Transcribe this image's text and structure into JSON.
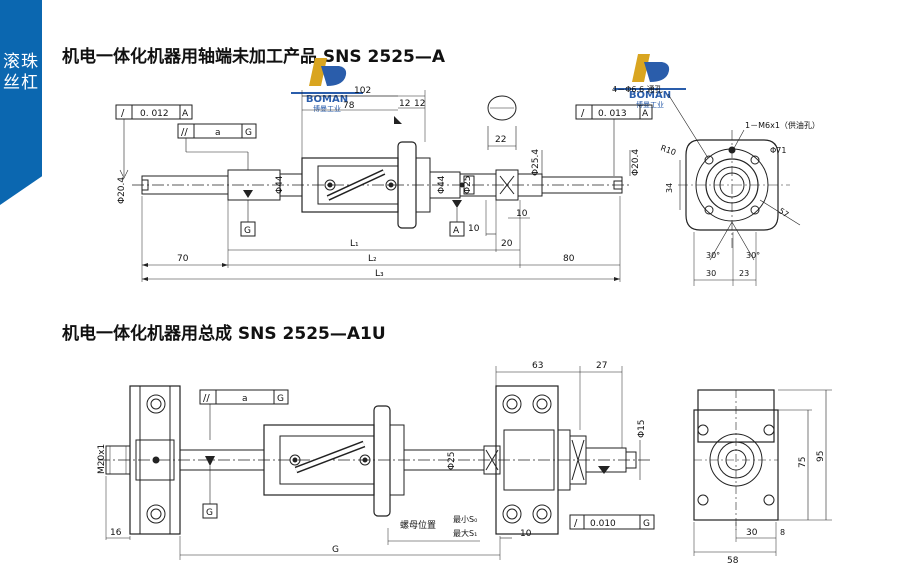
{
  "side_tab": {
    "label": "滚珠丝杠"
  },
  "titles": {
    "top": "机电一体化机器用轴端未加工产品 SNS 2525—A",
    "bottom": "机电一体化机器用总成 SNS 2525—A1U"
  },
  "logo": {
    "brand": "BOMAN",
    "subtitle": "博曼工业"
  },
  "colors": {
    "accent": "#0b67b0",
    "line": "#222222",
    "logo_blue": "#2a5dab",
    "logo_gold": "#d9a520"
  },
  "top_drawing": {
    "dims": {
      "d102": "102",
      "d78": "78",
      "d12a": "12",
      "d12b": "12",
      "d22": "22",
      "phi25_4": "Φ25.4",
      "phi20_4_right": "Φ20.4",
      "phi20_4_left": "Φ20.4",
      "phi44_a": "Φ44",
      "phi44_b": "Φ44",
      "phi25": "Φ25",
      "d10a": "10",
      "d10b": "10",
      "d20": "20",
      "d70": "70",
      "d80": "80",
      "L1": "L₁",
      "L2": "L₂",
      "L3": "L₃"
    },
    "tolerances": {
      "runout1_value": "0. 012",
      "runout1_datum": "A",
      "runout2_value": "a",
      "runout2_datum": "G",
      "runout3_value": "0. 013",
      "runout3_datum": "A",
      "datum_g": "G",
      "datum_a": "A"
    },
    "flange_view": {
      "holes": "4－Φ6.6 通孔",
      "oil_hole": "1－M6x1（供油孔）",
      "r10": "R10",
      "phi71": "Φ71",
      "d57": "57",
      "d34": "34",
      "angle_left": "30°",
      "angle_right": "30°",
      "d30": "30",
      "d23": "23"
    }
  },
  "bottom_drawing": {
    "dims": {
      "m20": "M20x1",
      "d16": "16",
      "G": "G",
      "d10": "10",
      "d63": "63",
      "d27": "27",
      "phi15": "Φ15",
      "phi25": "Φ25",
      "d75": "75",
      "d95": "95",
      "d30": "30",
      "d8": "8",
      "d58": "58"
    },
    "tolerances": {
      "runout_value": "a",
      "runout_datum": "G",
      "runout2_value": "0.010",
      "runout2_datum": "G",
      "datum_g": "G"
    },
    "nut_position_label": "螺母位置",
    "min_label": "最小S₀",
    "max_label": "最大S₁"
  }
}
